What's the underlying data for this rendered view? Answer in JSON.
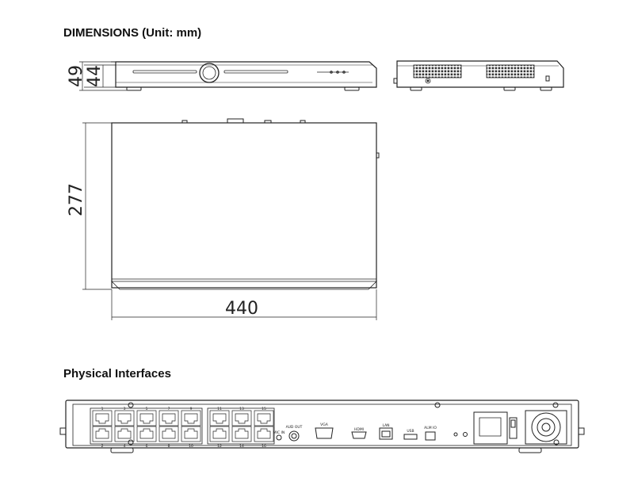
{
  "sections": {
    "dimensions_title": "DIMENSIONS (Unit: mm)",
    "interfaces_title": "Physical Interfaces"
  },
  "dimensions": {
    "height_total": "49",
    "height_body": "44",
    "depth": "277",
    "width": "440"
  },
  "ports": {
    "mic_in": "MIC IN",
    "audio_out": "AUD OUT",
    "vga": "VGA",
    "hdmi": "HDMI",
    "lan": "LAN",
    "usb": "USB",
    "alarm": "ALM IO"
  },
  "poe_port_numbers": [
    "1",
    "2",
    "3",
    "4",
    "5",
    "6",
    "7",
    "8",
    "9",
    "10",
    "11",
    "12",
    "13",
    "14",
    "15",
    "16"
  ]
}
